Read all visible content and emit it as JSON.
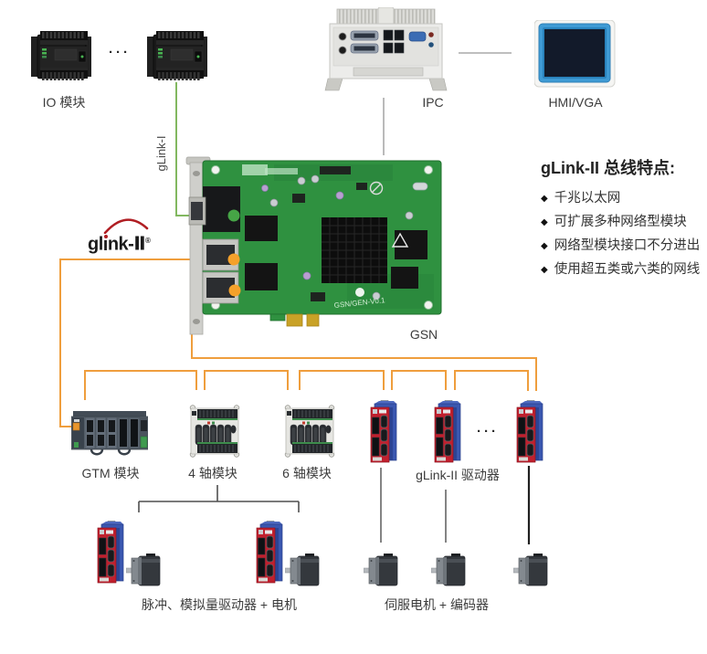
{
  "nodes": {
    "io_modules": {
      "label": "IO 模块",
      "ellipsis": "···"
    },
    "ipc": {
      "label": "IPC"
    },
    "hmi": {
      "label": "HMI/VGA"
    },
    "controller": {
      "label": "GSN",
      "board_silkscreen": "GSN/GEN-V0.1"
    },
    "gtm": {
      "label": "GTM 模块"
    },
    "axis4": {
      "label": "4 轴模块"
    },
    "axis6": {
      "label": "6 轴模块"
    },
    "drivers": {
      "label": "gLink-II 驱动器",
      "ellipsis": "···"
    },
    "pulse_group": {
      "label": "脉冲、模拟量驱动器 + 电机"
    },
    "servo_group": {
      "label": "伺服电机 + 编码器"
    }
  },
  "bus_labels": {
    "glink1": "gLink-I"
  },
  "logo": {
    "prefix": "gl",
    "dotless_i": "ı",
    "suffix": "nk-",
    "numeral": "Ⅱ",
    "registered": "®"
  },
  "features": {
    "title": "gLink-II 总线特点:",
    "bullet_icon": "◆",
    "items": [
      "千兆以太网",
      "可扩展多种网络型模块",
      "网络型模块接口不分进出",
      "使用超五类或六类的网线"
    ]
  },
  "colors": {
    "glink2_bus_orange": "#EF9E3D",
    "glink1_bus_green": "#82B860",
    "port_dot_green": "#46A546",
    "port_dot_orange": "#F5A12B",
    "logo_red": "#B01E23",
    "pcb_green": "#2F9140"
  }
}
